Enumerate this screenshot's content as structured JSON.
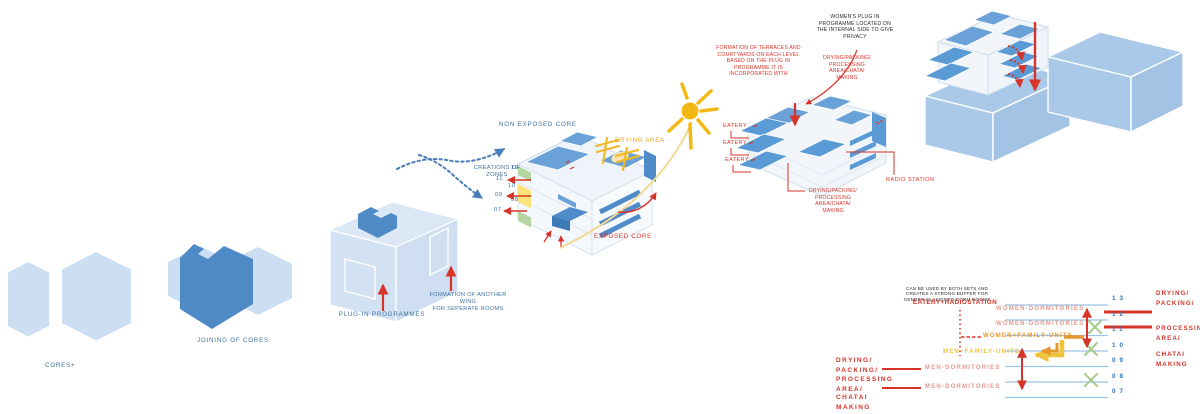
{
  "palette": {
    "steel_blue_text": "#40719e",
    "red": "#d63429",
    "black_text": "#2a2a2a",
    "pink": "#e59a8f",
    "orange": "#e8962e",
    "yellow": "#f0c33c",
    "green": "#a6cb90",
    "sun_yellow": "#f4b814",
    "pale_blue_fill": "#ccdff2",
    "core_blue": "#4e8ac6",
    "roof_blue": "#6aa2d8",
    "podium_blue": "#aac9e8",
    "floor_line_blue": "#9cc2e5",
    "floor_number_blue": "#2e73b8"
  },
  "step_cores": {
    "label": "CORES+"
  },
  "step_joining": {
    "label": "JOINING OF CORES"
  },
  "step_plugin": {
    "plugin_label": "PLUG-IN PROGRAMMES",
    "wing_label": "FORMATION OF ANOTHER\nWING\nFOR SEPERATE ROOMS"
  },
  "step_zones": {
    "non_exposed_core": "NON EXPOSED CORE",
    "zones_title": "CREATIONS OF\nZONES",
    "zone_numbers": [
      "12",
      "11",
      "10",
      "09",
      "08",
      "07"
    ],
    "drying_area": "DRYING AREA",
    "exposed_core": "EXPOSED CORE"
  },
  "step_terraces": {
    "womens_note": "WOMEN'S PLUG IN\nPROGRAMME LOCATED ON\nTHE INTERNAL SIDE TO GIVE\nPRIVACY",
    "terraces_note": "FORMATION OF TERRACES AND\nCOURTYARDS ON EACH LEVEL\nBASED ON THE PLUG IN\nPROGRAMME IT IS\nINCORPORATED WITH",
    "drying_note_top": "DRYING/PACKING/\nPROCESSING\nAREA/CHATAI\nMAKING",
    "eatery_1": "EATERY",
    "eatery_2": "EATERY",
    "eatery_3": "EATERY",
    "radio_station": "RADIO STATION",
    "drying_note_bottom": "DRYING/PACKING/\nPROCESSING\nAREA/CHATAI\nMAKING"
  },
  "section": {
    "buffer_note": "CAN BE USED BY BOTH SETS AND\nCREATES A STRONG BUFFER FOR\nGENDER CLASSIFIED FORM ROOMS",
    "eatery_radio": "EATERY+RADIOSTATION",
    "rows": [
      {
        "label": "WOMEN-DORMITORIES"
      },
      {
        "label": "WOMEN-DORMITORIES"
      },
      {
        "label": "WOMEN+FAMILY-UNITS"
      },
      {
        "label": "MEN+FAMILY-UNITS"
      },
      {
        "label": "MEN-DORMITORIES"
      },
      {
        "label": "MEN-DORMITORIES"
      }
    ],
    "floors": [
      "13",
      "12",
      "11",
      "10",
      "09",
      "08",
      "07"
    ],
    "left_note_1": "DRYING/\nPACKING/",
    "left_note_2": "PROCESSING\nAREA/",
    "left_note_3": "CHATAI\nMAKING",
    "right_note_1": "DRYING/\nPACKING/",
    "right_note_2": "PROCESSING\nAREA/",
    "right_note_3": "CHATAI\nMAKING"
  }
}
